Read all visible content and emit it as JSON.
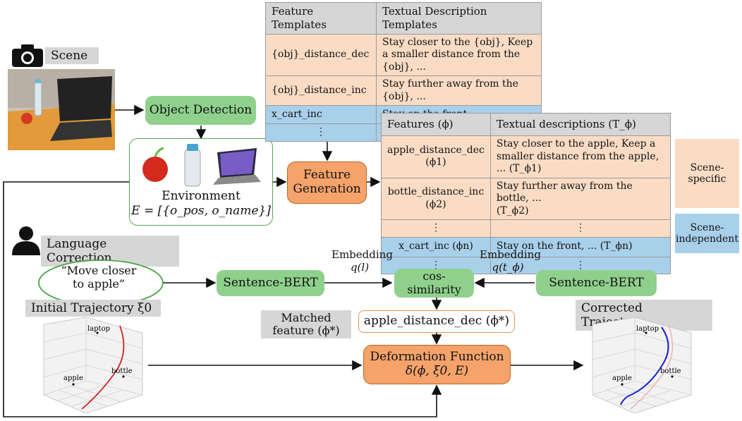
{
  "scene": {
    "label": "Scene"
  },
  "object_detection": {
    "label": "Object Detection"
  },
  "environment": {
    "label": "Environment",
    "formula": "E = [{o_pos, o_name}]"
  },
  "feature_generation": {
    "line1": "Feature",
    "line2": "Generation"
  },
  "templates_table": {
    "header": [
      "Feature Templates",
      "Textual Description Templates"
    ],
    "rows": [
      [
        "{obj}_distance_dec",
        "Stay closer to the {obj}, Keep a smaller distance from the {obj}, ..."
      ],
      [
        "{obj}_distance_inc",
        "Stay further away from the {obj}, ..."
      ],
      [
        "x_cart_inc",
        "Stay on the front, ..."
      ],
      [
        "⋮",
        "⋮"
      ]
    ]
  },
  "features_table": {
    "header": [
      "Features (ϕ)",
      "Textual descriptions (T_ϕ)"
    ],
    "rows": [
      [
        "apple_distance_dec",
        "(ϕ1)",
        "Stay closer to the apple, Keep a smaller distance from the apple, ...",
        "(T_ϕ1)"
      ],
      [
        "bottle_distance_inc",
        "(ϕ2)",
        "Stay further away from the bottle, ...",
        "(T_ϕ2)"
      ],
      [
        "⋮",
        "",
        "⋮",
        ""
      ],
      [
        "x_cart_inc",
        "(ϕn)",
        "Stay on the front, ...",
        "(T_ϕn)"
      ],
      [
        "⋮",
        "",
        "⋮",
        ""
      ]
    ]
  },
  "scene_specific": "Scene-specific",
  "scene_independent": "Scene-independent",
  "language_correction": {
    "label": "Language Correction",
    "utterance": "“Move closer to apple”"
  },
  "sentence_bert_left": "Sentence-BERT",
  "sentence_bert_right": "Sentence-BERT",
  "embedding_left": {
    "label": "Embedding",
    "expr": "q(l)"
  },
  "embedding_right": {
    "label": "Embedding",
    "expr": "q(t_ϕ)"
  },
  "cos_similarity": {
    "line1": "cos-",
    "line2": "similarity"
  },
  "matched_feature": {
    "line1": "Matched",
    "line2": "feature (ϕ*)"
  },
  "matched_value": "apple_distance_dec (ϕ*)",
  "initial_trajectory": "Initial Trajectory ξ0",
  "corrected_trajectory": "Corrected Trajectory",
  "deformation": {
    "line1": "Deformation Function",
    "line2": "δ(ϕ, ξ0, E)"
  },
  "plot_labels": {
    "laptop": "laptop",
    "bottle": "bottle",
    "apple": "apple"
  },
  "colors": {
    "green": "#8fd18c",
    "orange": "#f5a36a",
    "pink": "#fadcc5",
    "blue": "#a9d0ea",
    "trajectory_initial": "#cc2222",
    "trajectory_corrected": "#1b1bd6"
  }
}
